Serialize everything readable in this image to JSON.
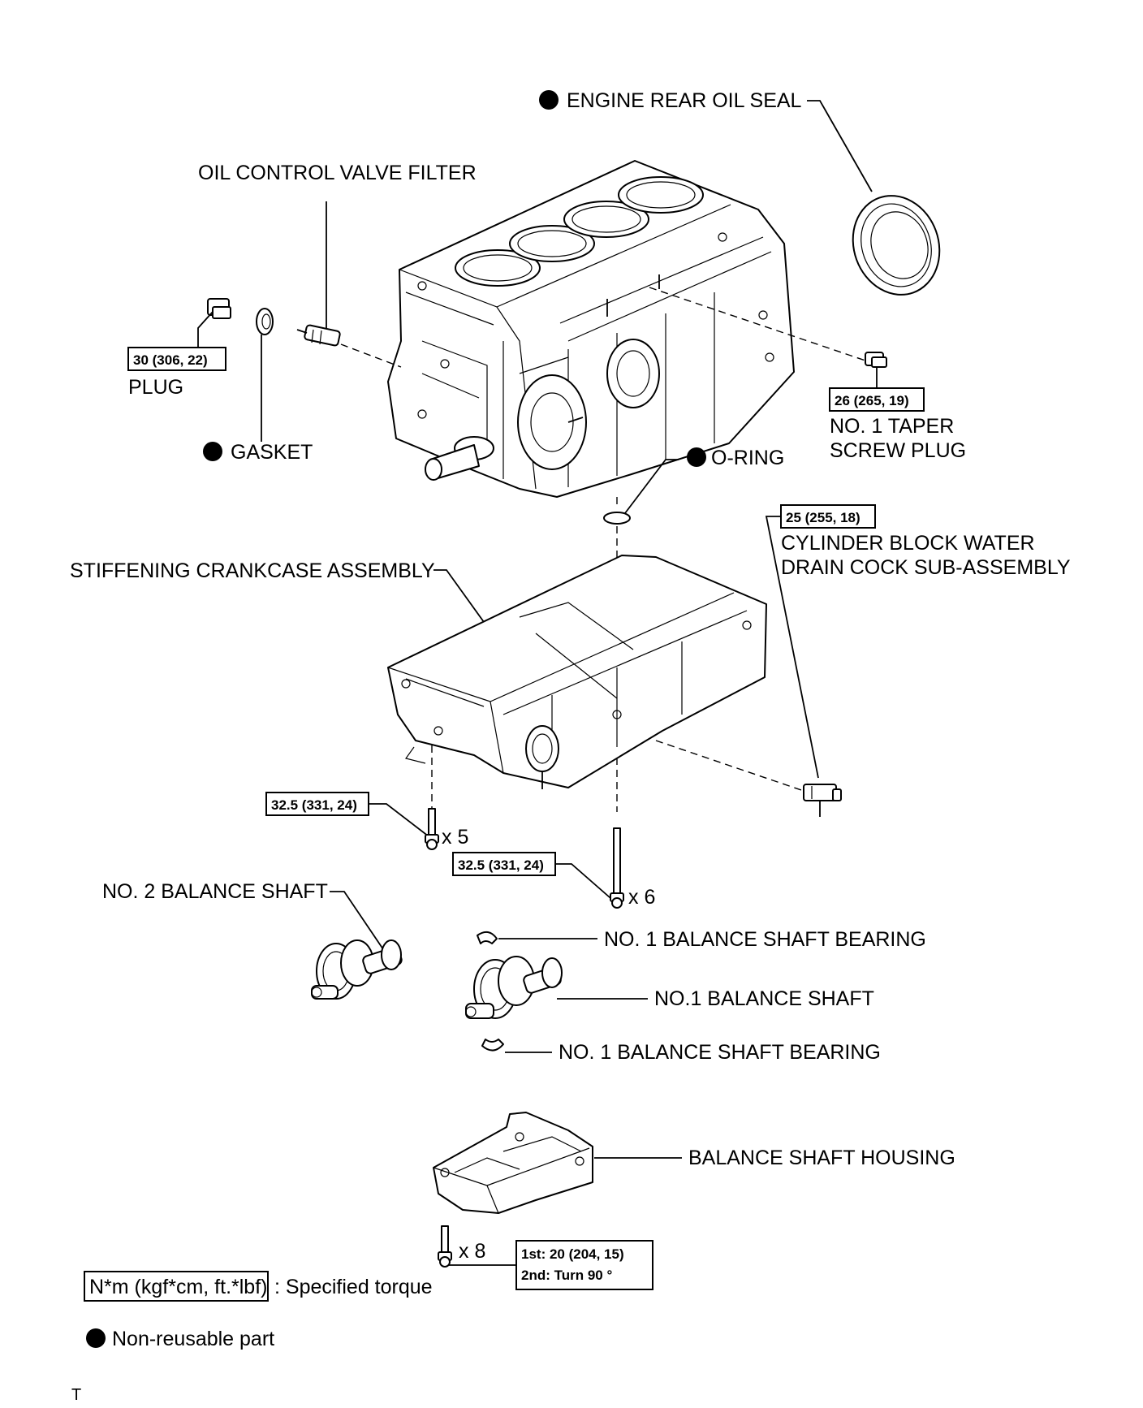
{
  "labels": {
    "engine_rear_oil_seal": "ENGINE REAR OIL SEAL",
    "oil_control_valve_filter": "OIL CONTROL VALVE FILTER",
    "plug": "PLUG",
    "gasket": "GASKET",
    "o_ring": "O-RING",
    "taper_plug_line1": "NO. 1 TAPER",
    "taper_plug_line2": "SCREW PLUG",
    "drain_cock_line1": "CYLINDER BLOCK WATER",
    "drain_cock_line2": "DRAIN COCK SUB-ASSEMBLY",
    "stiffening_crankcase": "STIFFENING CRANKCASE ASSEMBLY",
    "no2_balance_shaft": "NO. 2 BALANCE SHAFT",
    "no1_bearing_upper": "NO. 1 BALANCE SHAFT BEARING",
    "no1_balance_shaft": "NO.1 BALANCE SHAFT",
    "no1_bearing_lower": "NO. 1 BALANCE SHAFT BEARING",
    "balance_shaft_housing": "BALANCE SHAFT HOUSING"
  },
  "torques": {
    "plug": "30 (306, 22)",
    "taper_plug": "26 (265, 19)",
    "drain_cock": "25 (255, 18)",
    "crankcase_bolts_a": "32.5 (331, 24)",
    "crankcase_bolts_b": "32.5 (331, 24)",
    "housing_step1": "1st:  20 (204, 15)",
    "housing_step2": "2nd:  Turn 90 °"
  },
  "quantities": {
    "crankcase_bolts_a": "x 5",
    "crankcase_bolts_b": "x 6",
    "housing_bolts": "x 8"
  },
  "legend": {
    "torque_unit": "N*m (kgf*cm, ft.*lbf)",
    "torque_desc": ": Specified torque",
    "nonreusable_desc": "Non-reusable part"
  },
  "footer": {
    "code": "T"
  }
}
